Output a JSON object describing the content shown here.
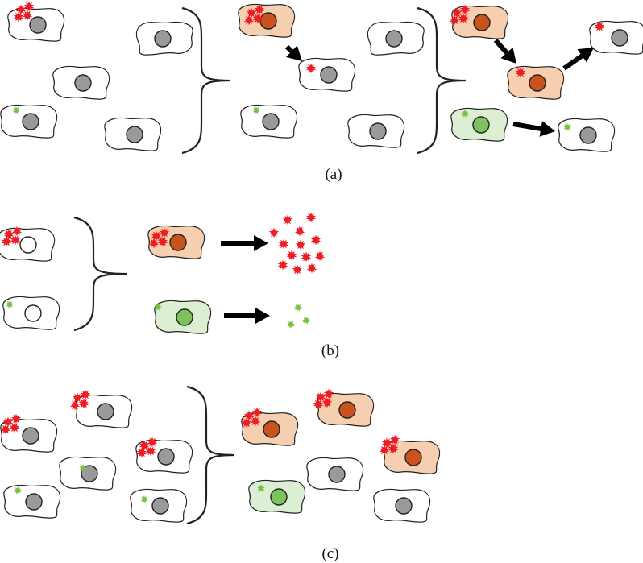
{
  "panels": [
    {
      "id": "a",
      "label": "(a)"
    },
    {
      "id": "b",
      "label": "(b)"
    },
    {
      "id": "c",
      "label": "(c)"
    }
  ],
  "colors": {
    "outline": "#222222",
    "nucleus_gray": "#9a9a9a",
    "infected_body": "#f6cfb0",
    "infected_nucleus": "#c9531c",
    "green_body": "#dcefd2",
    "green_nucleus": "#7fc25d",
    "red_virus": "#ee1c24",
    "green_virus": "#7ac043",
    "arrow": "#000000"
  },
  "icons": {
    "cell": "cell-icon",
    "red_virus": "red-virus-icon",
    "green_virus": "green-virus-icon",
    "arrow": "arrow-icon",
    "brace": "brace"
  }
}
